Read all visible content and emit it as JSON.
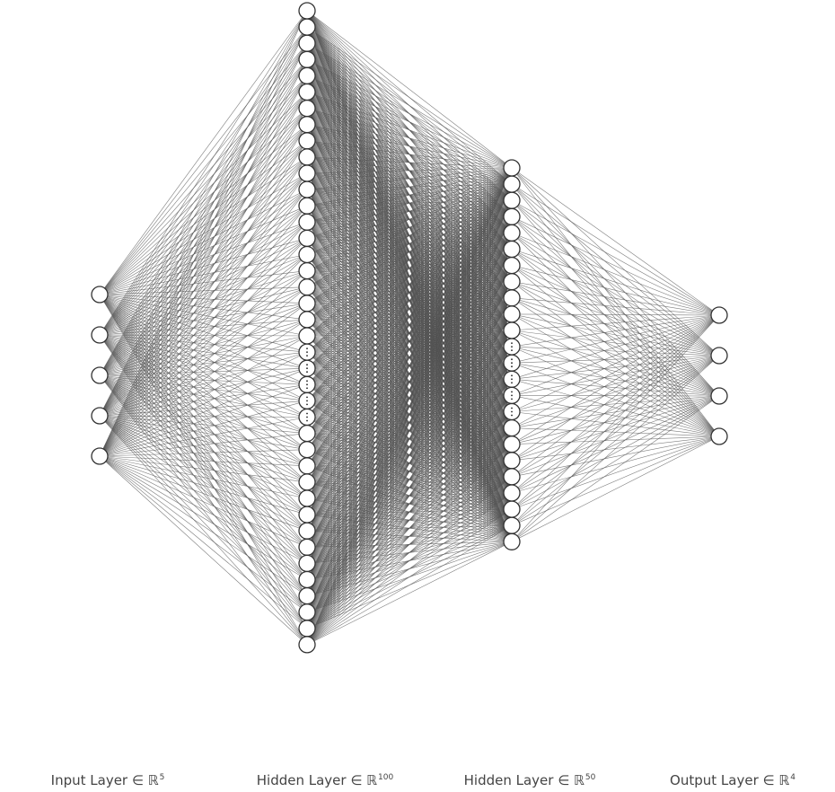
{
  "diagram": {
    "type": "fully-connected-neural-network",
    "layers": [
      {
        "name": "Input Layer",
        "dim_label": "5",
        "caption_prefix": "Input Layer ∈ ℝ",
        "shown_nodes": 5,
        "ellipsis": false
      },
      {
        "name": "Hidden Layer",
        "dim_label": "100",
        "caption_prefix": "Hidden Layer ∈ ℝ",
        "shown_nodes": 40,
        "ellipsis": true
      },
      {
        "name": "Hidden Layer",
        "dim_label": "50",
        "caption_prefix": "Hidden Layer ∈ ℝ",
        "shown_nodes": 24,
        "ellipsis": true
      },
      {
        "name": "Output Layer",
        "dim_label": "4",
        "caption_prefix": "Output Layer ∈ ℝ",
        "shown_nodes": 4,
        "ellipsis": false
      }
    ],
    "colors": {
      "edge": "#505050",
      "node_fill": "#ffffff",
      "node_stroke": "#333333",
      "caption": "#444444"
    }
  }
}
